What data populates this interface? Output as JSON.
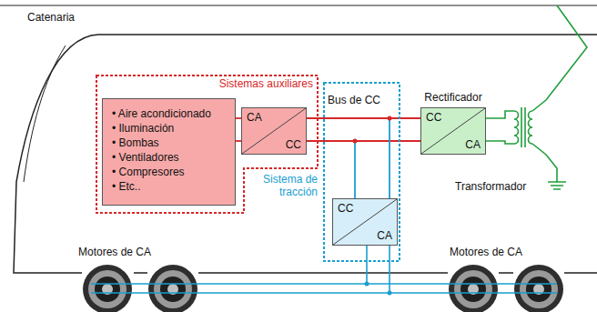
{
  "diagram": {
    "nodes": [
      {
        "text": [
          "Sistemas auxiliares"
        ]
      },
      {
        "text": [
          "• Aire acondicionado",
          "• Iluminación",
          "• Bombas",
          "• Ventiladores",
          "• Compresores",
          "• Etc.."
        ],
        "in": 0
      },
      {
        "text": [
          "CA",
          "CC"
        ],
        "in": 0
      },
      {
        "text": [
          "Sistema de tracción"
        ]
      },
      {
        "text": [
          "CC",
          "CA"
        ],
        "in": 3
      },
      {
        "text": [
          "Rectificador",
          "CC",
          "CA"
        ]
      }
    ],
    "edges": [
      {
        "from": 1,
        "to": 2,
        "arrow": "none"
      },
      {
        "from": 2,
        "to": 5,
        "arrow": "none",
        "label": "Bus de CC"
      },
      {
        "from": 4,
        "to": 5,
        "arrow": "none"
      }
    ],
    "labels": [
      "Catenaria",
      "Transformador",
      "Motores de CA",
      "Motores de CA"
    ]
  }
}
